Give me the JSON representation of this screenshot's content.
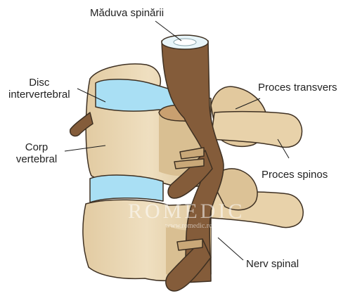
{
  "labels": {
    "spinal_cord": "Măduva spinării",
    "disc_line1": "Disc",
    "disc_line2": "intervertebral",
    "transverse": "Proces transvers",
    "body_line1": "Corp",
    "body_line2": "vertebral",
    "spinous": "Proces spinos",
    "nerve": "Nerv spinal"
  },
  "watermark": {
    "brand": "ROMEDIC",
    "url": "www.romedic.ro"
  },
  "colors": {
    "bone": "#ebd8b4",
    "bone_shade": "#d9c094",
    "disc": "#a9dff4",
    "nerve": "#845c3a",
    "nerve_dark": "#5a3c22",
    "outline": "#3e3022",
    "cord_top": "#e8f5f9"
  }
}
